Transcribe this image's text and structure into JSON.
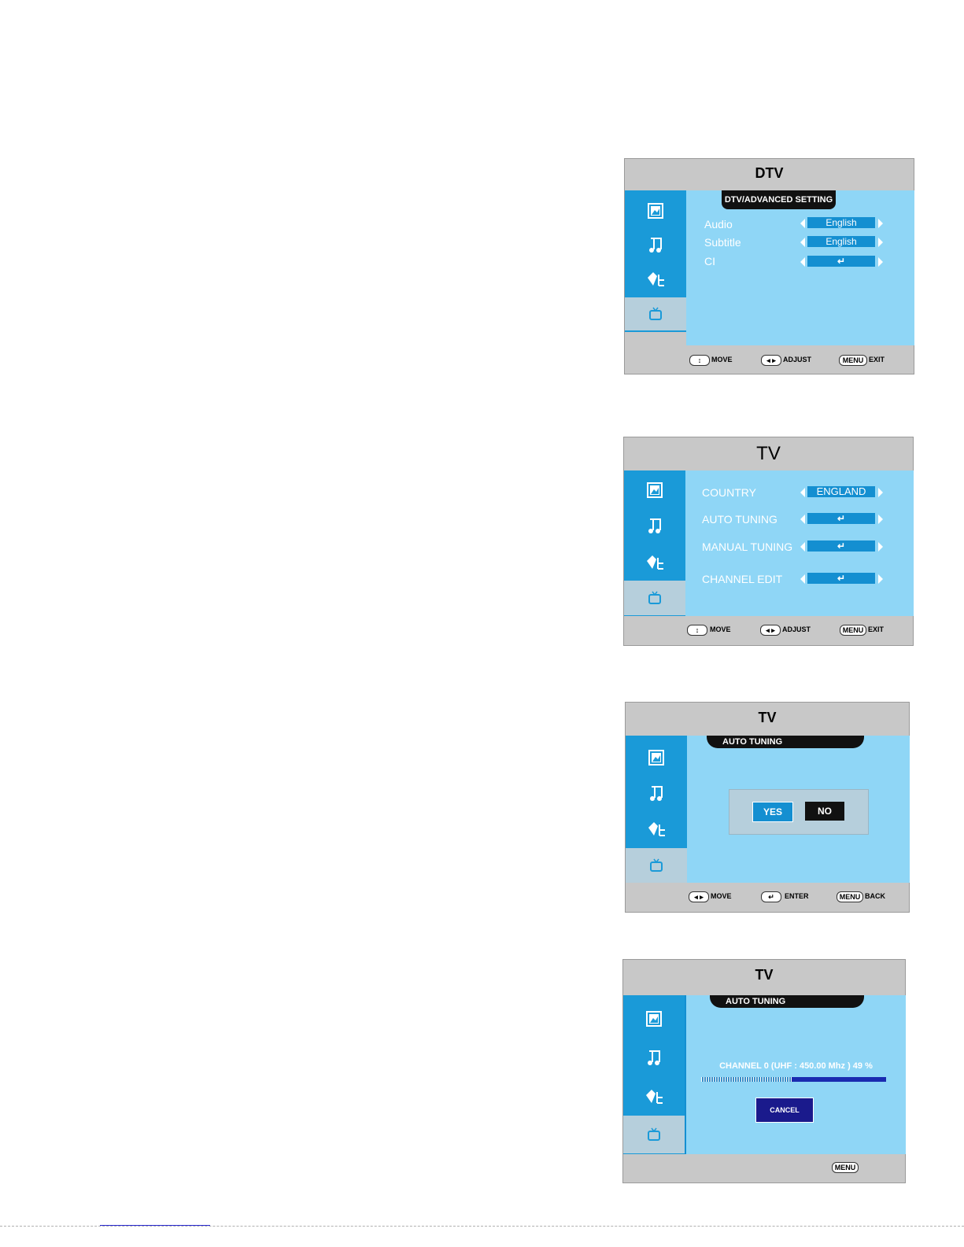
{
  "icons": [
    "picture-icon",
    "sound-icon",
    "setup-icon",
    "tv-icon"
  ],
  "screen1": {
    "title": "DTV",
    "tab": "DTV/ADVANCED SETTING",
    "rows": [
      {
        "label": "Audio",
        "value": "English"
      },
      {
        "label": "Subtitle",
        "value": "English"
      },
      {
        "label": "CI",
        "value": "↵"
      }
    ],
    "footer": [
      {
        "key": "↕",
        "text": "MOVE"
      },
      {
        "key": "◂ ▸",
        "text": "ADJUST"
      },
      {
        "key": "MENU",
        "text": "EXIT"
      }
    ]
  },
  "screen2": {
    "title": "TV",
    "rows": [
      {
        "label": "COUNTRY",
        "value": "ENGLAND"
      },
      {
        "label": "AUTO TUNING",
        "value": "↵"
      },
      {
        "label": "MANUAL TUNING",
        "value": "↵"
      },
      {
        "label": "CHANNEL EDIT",
        "value": "↵"
      }
    ],
    "footer": [
      {
        "key": "↕",
        "text": "MOVE"
      },
      {
        "key": "◂ ▸",
        "text": "ADJUST"
      },
      {
        "key": "MENU",
        "text": "EXIT"
      }
    ]
  },
  "screen3": {
    "title": "TV",
    "tab": "AUTO TUNING",
    "yes": "YES",
    "no": "NO",
    "footer": [
      {
        "key": "◂ ▸",
        "text": "MOVE"
      },
      {
        "key": "↵",
        "text": "ENTER"
      },
      {
        "key": "MENU",
        "text": "BACK"
      }
    ]
  },
  "screen4": {
    "title": "TV",
    "tab": "AUTO TUNING",
    "status": "CHANNEL 0 (UHF : 450.00 Mhz ) 49 %",
    "progress": 0.49,
    "cancel": "CANCEL",
    "footer_key": "MENU"
  },
  "colors": {
    "panel": "#8fd6f6",
    "sidebar": "#1a9ad8",
    "value_bar": "#148fd1",
    "frame": "#c8c8c8",
    "progress_fill": "#1a2bb0",
    "cancel_bg": "#1a1a8c"
  }
}
